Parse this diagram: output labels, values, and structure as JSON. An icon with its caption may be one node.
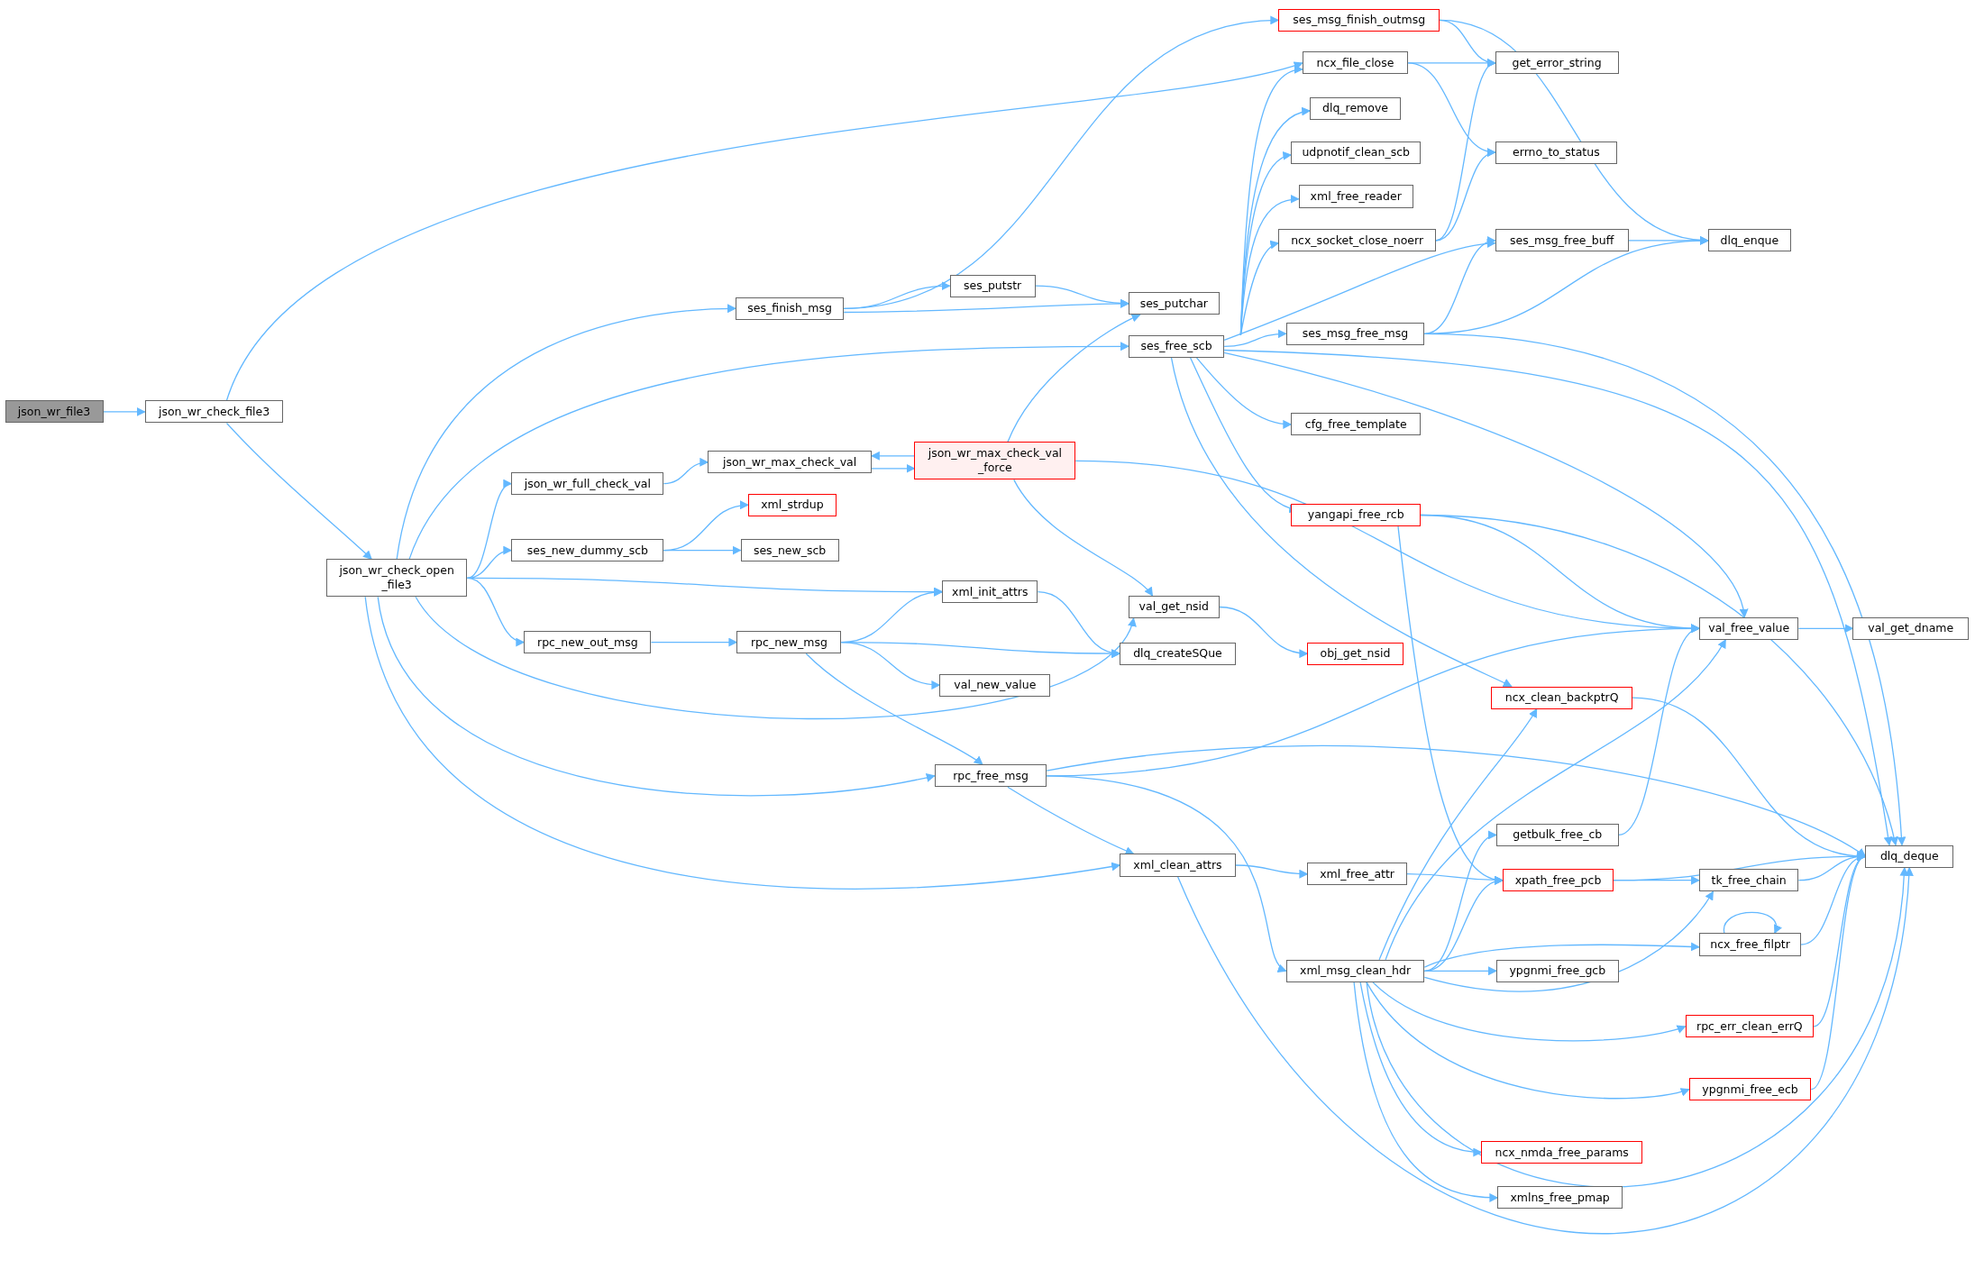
{
  "diagram": {
    "nodes": [
      {
        "text": [
          "json_wr_file3"
        ]
      },
      {
        "text": [
          "json_wr_check_file3"
        ]
      },
      {
        "text": [
          "json_wr_check_open _file3"
        ]
      },
      {
        "text": [
          "ses_finish_msg"
        ]
      },
      {
        "text": [
          "json_wr_full_check_val"
        ]
      },
      {
        "text": [
          "ses_new_dummy_scb"
        ]
      },
      {
        "text": [
          "rpc_new_out_msg"
        ]
      },
      {
        "text": [
          "json_wr_max_check_val"
        ]
      },
      {
        "text": [
          "xml_strdup"
        ]
      },
      {
        "text": [
          "ses_new_scb"
        ]
      },
      {
        "text": [
          "rpc_new_msg"
        ]
      },
      {
        "text": [
          "json_wr_max_check_val _force"
        ]
      },
      {
        "text": [
          "ses_putstr"
        ]
      },
      {
        "text": [
          "ses_putchar"
        ]
      },
      {
        "text": [
          "ses_free_scb"
        ]
      },
      {
        "text": [
          "xml_init_attrs"
        ]
      },
      {
        "text": [
          "val_new_value"
        ]
      },
      {
        "text": [
          "rpc_free_msg"
        ]
      },
      {
        "text": [
          "xml_clean_attrs"
        ]
      },
      {
        "text": [
          "val_get_nsid"
        ]
      },
      {
        "text": [
          "dlq_createSQue"
        ]
      },
      {
        "text": [
          "ses_msg_finish_outmsg"
        ]
      },
      {
        "text": [
          "ncx_file_close"
        ]
      },
      {
        "text": [
          "dlq_remove"
        ]
      },
      {
        "text": [
          "udpnotif_clean_scb"
        ]
      },
      {
        "text": [
          "xml_free_reader"
        ]
      },
      {
        "text": [
          "ncx_socket_close_noerr"
        ]
      },
      {
        "text": [
          "ses_msg_free_msg"
        ]
      },
      {
        "text": [
          "cfg_free_template"
        ]
      },
      {
        "text": [
          "yangapi_free_rcb"
        ]
      },
      {
        "text": [
          "obj_get_nsid"
        ]
      },
      {
        "text": [
          "xml_free_attr"
        ]
      },
      {
        "text": [
          "xml_msg_clean_hdr"
        ]
      },
      {
        "text": [
          "get_error_string"
        ]
      },
      {
        "text": [
          "errno_to_status"
        ]
      },
      {
        "text": [
          "ses_msg_free_buff"
        ]
      },
      {
        "text": [
          "ncx_clean_backptrQ"
        ]
      },
      {
        "text": [
          "getbulk_free_cb"
        ]
      },
      {
        "text": [
          "xpath_free_pcb"
        ]
      },
      {
        "text": [
          "ypgnmi_free_gcb"
        ]
      },
      {
        "text": [
          "ncx_nmda_free_params"
        ]
      },
      {
        "text": [
          "xmlns_free_pmap"
        ]
      },
      {
        "text": [
          "dlq_enque"
        ]
      },
      {
        "text": [
          "val_free_value"
        ]
      },
      {
        "text": [
          "tk_free_chain"
        ]
      },
      {
        "text": [
          "ncx_free_filptr"
        ]
      },
      {
        "text": [
          "rpc_err_clean_errQ"
        ]
      },
      {
        "text": [
          "ypgnmi_free_ecb"
        ]
      },
      {
        "text": [
          "val_get_dname"
        ]
      },
      {
        "text": [
          "dlq_deque"
        ]
      }
    ],
    "edges": [
      {
        "from": 0,
        "to": 1,
        "arrow": "to"
      },
      {
        "from": 1,
        "to": 22,
        "arrow": "to"
      },
      {
        "from": 1,
        "to": 2,
        "arrow": "to"
      },
      {
        "from": 2,
        "to": 3,
        "arrow": "to"
      },
      {
        "from": 2,
        "to": 14,
        "arrow": "to"
      },
      {
        "from": 2,
        "to": 4,
        "arrow": "to"
      },
      {
        "from": 2,
        "to": 5,
        "arrow": "to"
      },
      {
        "from": 2,
        "to": 15,
        "arrow": "to"
      },
      {
        "from": 2,
        "to": 6,
        "arrow": "to"
      },
      {
        "from": 2,
        "to": 19,
        "arrow": "to"
      },
      {
        "from": 2,
        "to": 17,
        "arrow": "to"
      },
      {
        "from": 2,
        "to": 18,
        "arrow": "to"
      },
      {
        "from": 3,
        "to": 21,
        "arrow": "to"
      },
      {
        "from": 3,
        "to": 12,
        "arrow": "to"
      },
      {
        "from": 3,
        "to": 13,
        "arrow": "to"
      },
      {
        "from": 12,
        "to": 13,
        "arrow": "to"
      },
      {
        "from": 4,
        "to": 7,
        "arrow": "to"
      },
      {
        "from": 7,
        "to": 11,
        "arrow": "to"
      },
      {
        "from": 11,
        "to": 7,
        "arrow": "to"
      },
      {
        "from": 11,
        "to": 13,
        "arrow": "to"
      },
      {
        "from": 11,
        "to": 19,
        "arrow": "to"
      },
      {
        "from": 11,
        "to": 43,
        "arrow": "to"
      },
      {
        "from": 5,
        "to": 8,
        "arrow": "to"
      },
      {
        "from": 5,
        "to": 9,
        "arrow": "to"
      },
      {
        "from": 6,
        "to": 10,
        "arrow": "to"
      },
      {
        "from": 10,
        "to": 15,
        "arrow": "to"
      },
      {
        "from": 10,
        "to": 20,
        "arrow": "to"
      },
      {
        "from": 10,
        "to": 16,
        "arrow": "to"
      },
      {
        "from": 10,
        "to": 17,
        "arrow": "to"
      },
      {
        "from": 15,
        "to": 20,
        "arrow": "to"
      },
      {
        "from": 19,
        "to": 30,
        "arrow": "to"
      },
      {
        "from": 17,
        "to": 43,
        "arrow": "to"
      },
      {
        "from": 17,
        "to": 49,
        "arrow": "to"
      },
      {
        "from": 17,
        "to": 18,
        "arrow": "to"
      },
      {
        "from": 17,
        "to": 32,
        "arrow": "to"
      },
      {
        "from": 18,
        "to": 31,
        "arrow": "to"
      },
      {
        "from": 18,
        "to": 49,
        "arrow": "to"
      },
      {
        "from": 31,
        "to": 38,
        "arrow": "to"
      },
      {
        "from": 14,
        "to": 22,
        "arrow": "to"
      },
      {
        "from": 14,
        "to": 23,
        "arrow": "to"
      },
      {
        "from": 14,
        "to": 24,
        "arrow": "to"
      },
      {
        "from": 14,
        "to": 25,
        "arrow": "to"
      },
      {
        "from": 14,
        "to": 26,
        "arrow": "to"
      },
      {
        "from": 14,
        "to": 35,
        "arrow": "to"
      },
      {
        "from": 14,
        "to": 27,
        "arrow": "to"
      },
      {
        "from": 14,
        "to": 28,
        "arrow": "to"
      },
      {
        "from": 14,
        "to": 29,
        "arrow": "to"
      },
      {
        "from": 14,
        "to": 36,
        "arrow": "to"
      },
      {
        "from": 14,
        "to": 43,
        "arrow": "to"
      },
      {
        "from": 14,
        "to": 49,
        "arrow": "to"
      },
      {
        "from": 21,
        "to": 33,
        "arrow": "to"
      },
      {
        "from": 21,
        "to": 42,
        "arrow": "to"
      },
      {
        "from": 22,
        "to": 33,
        "arrow": "to"
      },
      {
        "from": 22,
        "to": 34,
        "arrow": "to"
      },
      {
        "from": 26,
        "to": 33,
        "arrow": "to"
      },
      {
        "from": 26,
        "to": 34,
        "arrow": "to"
      },
      {
        "from": 27,
        "to": 35,
        "arrow": "to"
      },
      {
        "from": 27,
        "to": 42,
        "arrow": "to"
      },
      {
        "from": 27,
        "to": 49,
        "arrow": "to"
      },
      {
        "from": 35,
        "to": 42,
        "arrow": "to"
      },
      {
        "from": 29,
        "to": 43,
        "arrow": "to"
      },
      {
        "from": 29,
        "to": 49,
        "arrow": "to"
      },
      {
        "from": 29,
        "to": 38,
        "arrow": "to"
      },
      {
        "from": 32,
        "to": 36,
        "arrow": "to"
      },
      {
        "from": 32,
        "to": 43,
        "arrow": "to"
      },
      {
        "from": 32,
        "to": 37,
        "arrow": "to"
      },
      {
        "from": 32,
        "to": 38,
        "arrow": "to"
      },
      {
        "from": 32,
        "to": 44,
        "arrow": "to"
      },
      {
        "from": 32,
        "to": 45,
        "arrow": "to"
      },
      {
        "from": 32,
        "to": 39,
        "arrow": "to"
      },
      {
        "from": 32,
        "to": 46,
        "arrow": "to"
      },
      {
        "from": 32,
        "to": 47,
        "arrow": "to"
      },
      {
        "from": 32,
        "to": 40,
        "arrow": "to"
      },
      {
        "from": 32,
        "to": 41,
        "arrow": "to"
      },
      {
        "from": 32,
        "to": 49,
        "arrow": "to"
      },
      {
        "from": 37,
        "to": 43,
        "arrow": "to"
      },
      {
        "from": 38,
        "to": 44,
        "arrow": "to"
      },
      {
        "from": 38,
        "to": 49,
        "arrow": "to"
      },
      {
        "from": 44,
        "to": 49,
        "arrow": "to"
      },
      {
        "from": 45,
        "to": 45,
        "arrow": "to"
      },
      {
        "from": 45,
        "to": 49,
        "arrow": "to"
      },
      {
        "from": 46,
        "to": 49,
        "arrow": "to"
      },
      {
        "from": 47,
        "to": 49,
        "arrow": "to"
      },
      {
        "from": 36,
        "to": 49,
        "arrow": "to"
      },
      {
        "from": 43,
        "to": 48,
        "arrow": "to"
      }
    ]
  }
}
